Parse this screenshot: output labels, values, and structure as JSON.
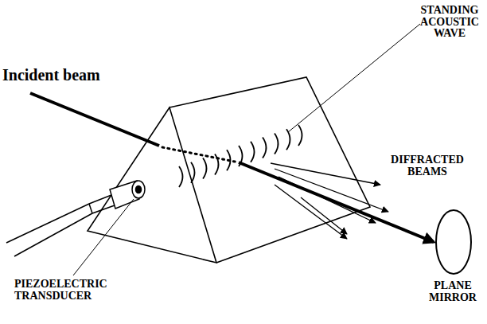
{
  "diagram": {
    "labels": [
      "Incident beam",
      "STANDING ACOUSTIC WAVE",
      "DIFFRACTED BEAMS",
      "PIEZOELECTRIC TRANSDUCER",
      "PLANE MIRROR"
    ]
  }
}
